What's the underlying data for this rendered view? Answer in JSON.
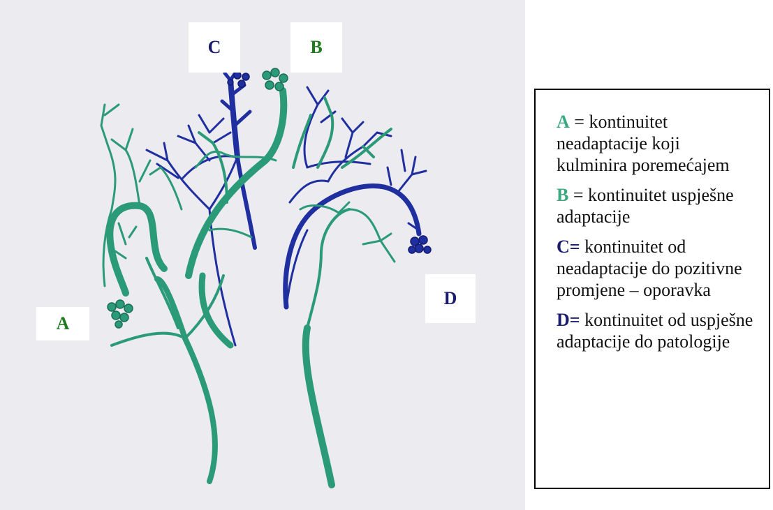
{
  "figure": {
    "labels": {
      "a": {
        "text": "A",
        "color": "#1e7b1e"
      },
      "b": {
        "text": "B",
        "color": "#1e7b1e"
      },
      "c": {
        "text": "C",
        "color": "#1a1a6e"
      },
      "d": {
        "text": "D",
        "color": "#1a1a6e"
      }
    },
    "colors": {
      "green_branch": "#2a9a77",
      "blue_branch": "#1f2fa0",
      "paper": "#ecebf0"
    }
  },
  "legend": {
    "entries": [
      {
        "key": "A",
        "sep": " = ",
        "text": "kontinuitet neadaptacije koji kulminira poremećajem",
        "key_color": "#3aa880"
      },
      {
        "key": "B",
        "sep": " = ",
        "text": "kontinuitet uspješne adaptacije",
        "key_color": "#3aa880"
      },
      {
        "key": "C=",
        "sep": " ",
        "text": "kontinuitet od neadaptacije do pozitivne promjene – oporavka",
        "key_color": "#1a1a6e"
      },
      {
        "key": "D=",
        "sep": " ",
        "text": "kontinuitet od uspješne adaptacije do patologije",
        "key_color": "#1a1a6e"
      }
    ]
  }
}
